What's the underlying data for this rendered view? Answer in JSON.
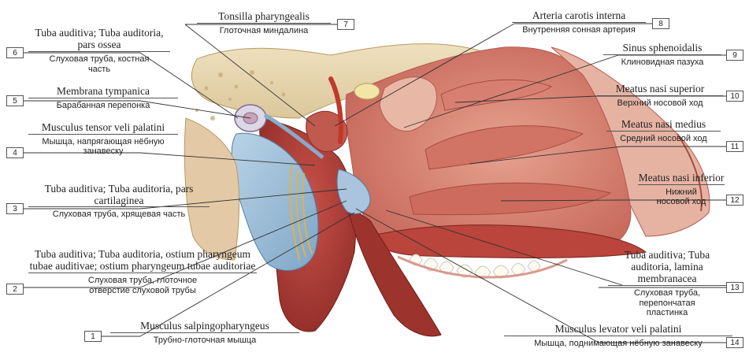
{
  "labels": [
    {
      "num": "1",
      "lat": "Musculus salpingopharyngeus",
      "rus": "Трубно-глоточная мышца"
    },
    {
      "num": "2",
      "lat": "Tuba auditiva; Tuba auditoria, ostium pharyngeum tubae auditivae; ostium pharyngeum tubae auditoriae",
      "rus": "Слуховая труба, глоточное отверстие слуховой трубы"
    },
    {
      "num": "3",
      "lat": "Tuba auditiva; Tuba auditoria, pars cartilaginea",
      "rus": "Слуховая труба, хрящевая часть"
    },
    {
      "num": "4",
      "lat": "Musculus tensor veli palatini",
      "rus": "Мышца, напрягающая нёбную занавеску"
    },
    {
      "num": "5",
      "lat": "Membrana tympanica",
      "rus": "Барабанная перепонка"
    },
    {
      "num": "6",
      "lat": "Tuba auditiva; Tuba auditoria, pars ossea",
      "rus": "Слуховая труба, костная часть"
    },
    {
      "num": "7",
      "lat": "Tonsilla pharyngealis",
      "rus": "Глоточная миндалина"
    },
    {
      "num": "8",
      "lat": "Arteria carotis interna",
      "rus": "Внутренняя сонная артерия"
    },
    {
      "num": "9",
      "lat": "Sinus sphenoidalis",
      "rus": "Клиновидная пазуха"
    },
    {
      "num": "10",
      "lat": "Meatus nasi superior",
      "rus": "Верхний носовой ход"
    },
    {
      "num": "11",
      "lat": "Meatus nasi medius",
      "rus": "Средний носовой ход"
    },
    {
      "num": "12",
      "lat": "Meatus nasi inferior",
      "rus": "Нижний носовой ход"
    },
    {
      "num": "13",
      "lat": "Tuba auditiva; Tuba auditoria, lamina membranacea",
      "rus": "Слуховая труба, перепончатая пластинка"
    },
    {
      "num": "14",
      "lat": "Musculus levator veli palatini",
      "rus": "Мышца, поднимающая нёбную занавеску"
    }
  ]
}
